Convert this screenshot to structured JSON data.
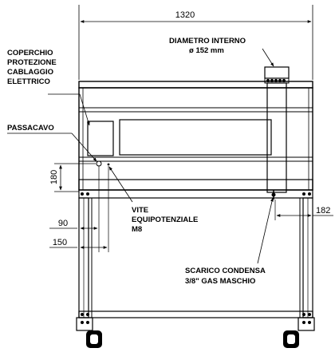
{
  "dimensions": {
    "overall_width": "1320",
    "height_180": "180",
    "offset_90": "90",
    "offset_150": "150",
    "offset_182": "182"
  },
  "labels": {
    "cover": [
      "COPERCHIO",
      "PROTEZIONE",
      "CABLAGGIO",
      "ELETTRICO"
    ],
    "cable_gland": "PASSACAVO",
    "internal_diameter": [
      "DIAMETRO INTERNO",
      "ø 152 mm"
    ],
    "equipotential_screw": [
      "VITE",
      "EQUIPOTENZIALE",
      "M8"
    ],
    "condensate_drain": [
      "SCARICO CONDENSA",
      "3/8\" GAS MASCHIO"
    ]
  }
}
